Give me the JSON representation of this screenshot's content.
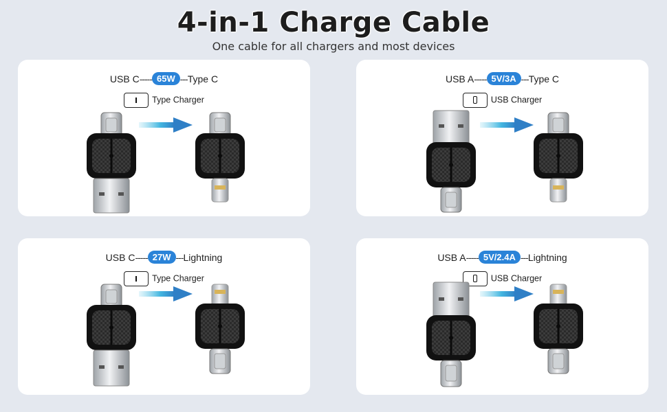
{
  "header": {
    "title": "4-in-1 Charge Cable",
    "subtitle": "One cable for all chargers and most devices"
  },
  "colors": {
    "accent": "#2a83d8",
    "background": "#e4e8ef",
    "card": "#ffffff"
  },
  "cards": [
    {
      "input": "USB C",
      "power": "65W",
      "output": "Type C",
      "charger_label": "Type Charger",
      "charger_icon": "type-c-port-icon"
    },
    {
      "input": "USB A",
      "power": "5V/3A",
      "output": "Type C",
      "charger_label": "USB Charger",
      "charger_icon": "usb-a-port-icon"
    },
    {
      "input": "USB C",
      "power": "27W",
      "output": "Lightning",
      "charger_label": "Type Charger",
      "charger_icon": "type-c-port-icon"
    },
    {
      "input": "USB A",
      "power": "5V/2.4A",
      "output": "Lightning",
      "charger_label": "USB Charger",
      "charger_icon": "usb-a-port-icon"
    }
  ]
}
